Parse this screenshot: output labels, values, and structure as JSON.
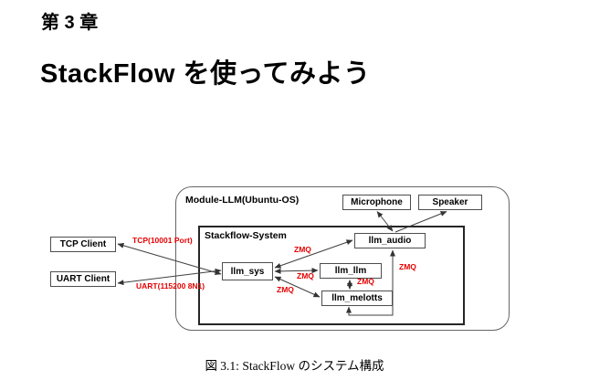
{
  "page": {
    "chapter_label": "第 3 章",
    "title": "StackFlow を使ってみよう",
    "caption": "図 3.1: StackFlow のシステム構成"
  },
  "diagram": {
    "containers": {
      "outer_label": "Module-LLM(Ubuntu-OS)",
      "inner_label": "Stackflow-System"
    },
    "nodes": {
      "microphone": "Microphone",
      "speaker": "Speaker",
      "llm_audio": "llm_audio",
      "llm_sys": "llm_sys",
      "llm_llm": "llm_llm",
      "llm_melotts": "llm_melotts",
      "tcp_client": "TCP Client",
      "uart_client": "UART Client"
    },
    "edge_labels": {
      "tcp": "TCP(10001 Port)",
      "uart": "UART(115200 8N1)",
      "zmq_sys_audio": "ZMQ",
      "zmq_sys_llm": "ZMQ",
      "zmq_sys_melotts": "ZMQ",
      "zmq_llm_melotts": "ZMQ",
      "zmq_audio_melotts": "ZMQ"
    },
    "colors": {
      "edge_line": "#404040",
      "edge_label_text": "#e60000",
      "box_border": "#4d4d4d"
    }
  }
}
